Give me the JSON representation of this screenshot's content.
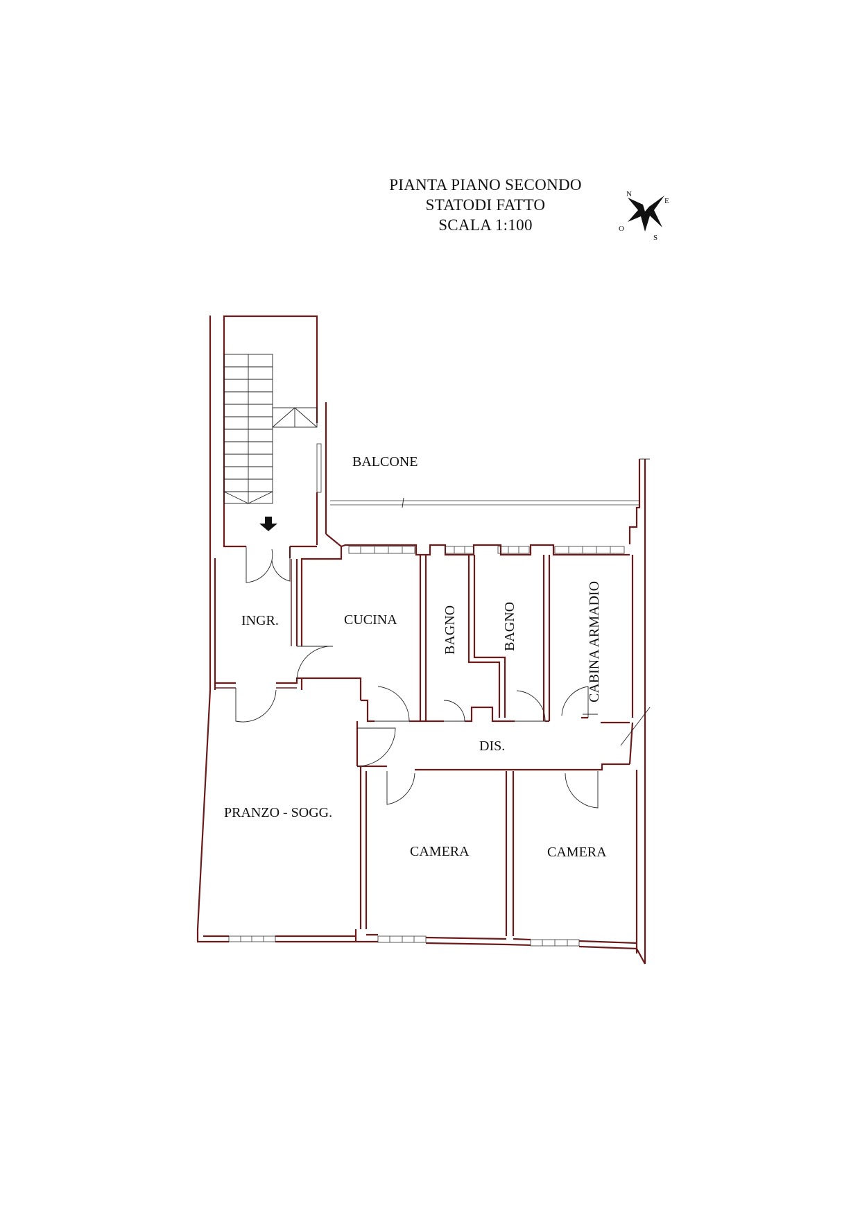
{
  "title": {
    "line1": "PIANTA PIANO SECONDO",
    "line2": "STATODI FATTO",
    "line3": "SCALA 1:100"
  },
  "compass": {
    "north": "N",
    "east": "E",
    "south": "S",
    "west": "O"
  },
  "rooms": {
    "balcone": "BALCONE",
    "ingresso": "INGR.",
    "cucina": "CUCINA",
    "bagno_1": "BAGNO",
    "bagno_2": "BAGNO",
    "cabina_armadio": "CABINA ARMADIO",
    "disimpegno": "DIS.",
    "pranzo_soggiorno": "PRANZO - SOGG.",
    "camera_1": "CAMERA",
    "camera_2": "CAMERA"
  },
  "colors": {
    "wall": "#6b1a1a",
    "text": "#111111",
    "background": "#ffffff"
  }
}
